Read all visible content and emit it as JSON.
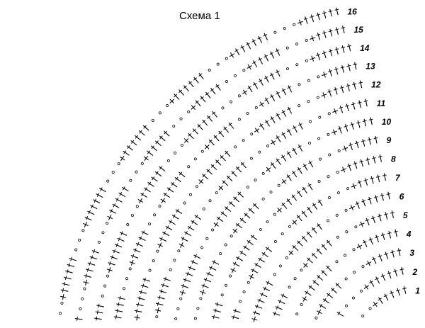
{
  "title": "Схема 1",
  "rows": [
    "1",
    "2",
    "3",
    "4",
    "5",
    "6",
    "7",
    "8",
    "9",
    "10",
    "11",
    "12",
    "13",
    "14",
    "15",
    "16"
  ],
  "symbols": {
    "stitch": "dc-cross-icon",
    "chain": "chain-dot-icon",
    "sc": "plus-icon"
  }
}
